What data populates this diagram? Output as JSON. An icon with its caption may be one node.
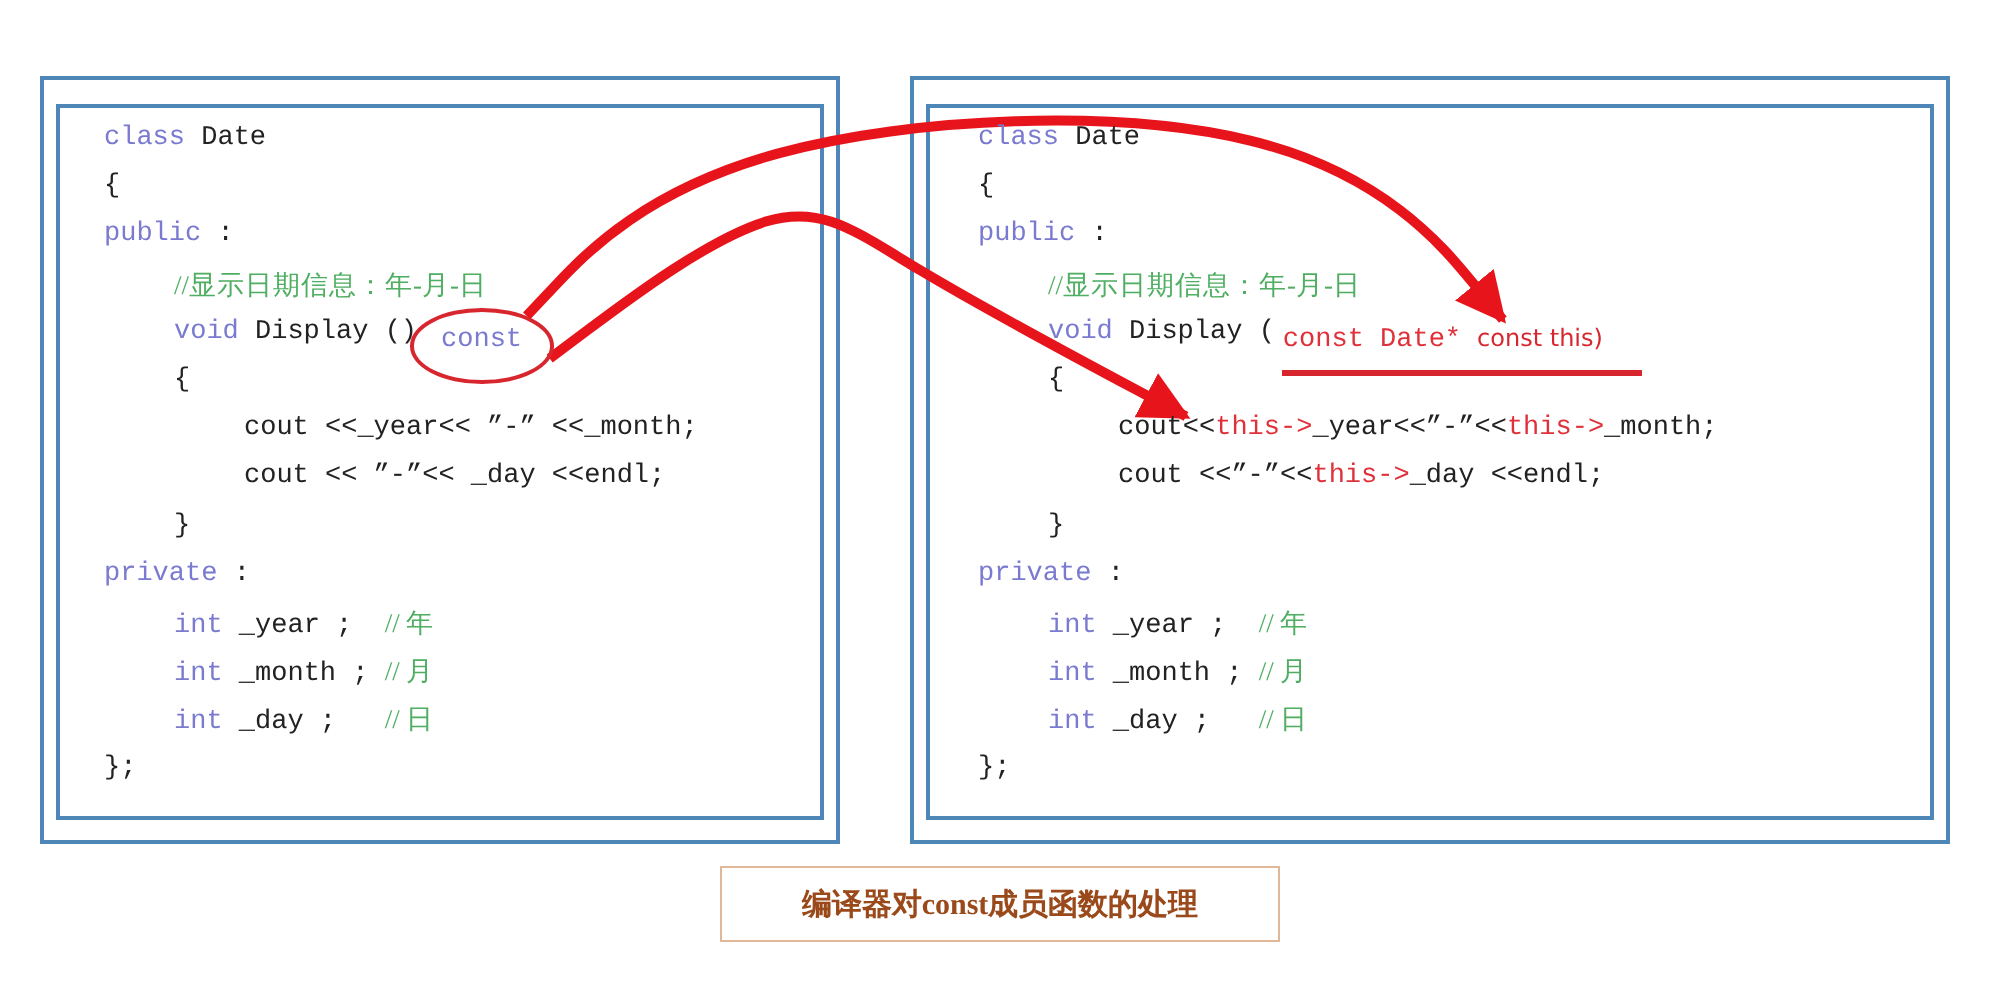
{
  "diagram": {
    "nodes": [
      {
        "text": [],
        "shape": "box"
      },
      {
        "text": [
          "class Date",
          "{",
          "public :",
          "//显示日期信息：年-月-日",
          "void Display ()",
          "{",
          "cout <<_year<< ”-” <<_month;",
          "cout << ”-”<< _day <<endl;",
          "}",
          "private :",
          "int _year ;  // 年",
          "int _month ; // 月",
          "int _day ;   // 日",
          "};"
        ],
        "in": 0
      },
      {
        "text": [
          "const"
        ],
        "in": 1
      },
      {
        "text": [],
        "shape": "box"
      },
      {
        "text": [
          "class Date",
          "{",
          "public :",
          "//显示日期信息：年-月-日",
          "void Display (",
          "{",
          "cout<<this->_year<<”-”<<this->_month;",
          "cout <<”-”<<this->_day <<endl;",
          "}",
          "private :",
          "int _year ;  // 年",
          "int _month ; // 月",
          "int _day ;   // 日",
          "};"
        ],
        "in": 3
      },
      {
        "text": [
          "const Date*",
          "const this)"
        ],
        "in": 4
      },
      {
        "text": [
          "编译器对const成员函数的处理"
        ]
      }
    ],
    "edges": [
      {
        "from": 2,
        "to": 5,
        "arrow": "to"
      },
      {
        "from": 2,
        "to": null,
        "arrow": "to"
      }
    ]
  }
}
